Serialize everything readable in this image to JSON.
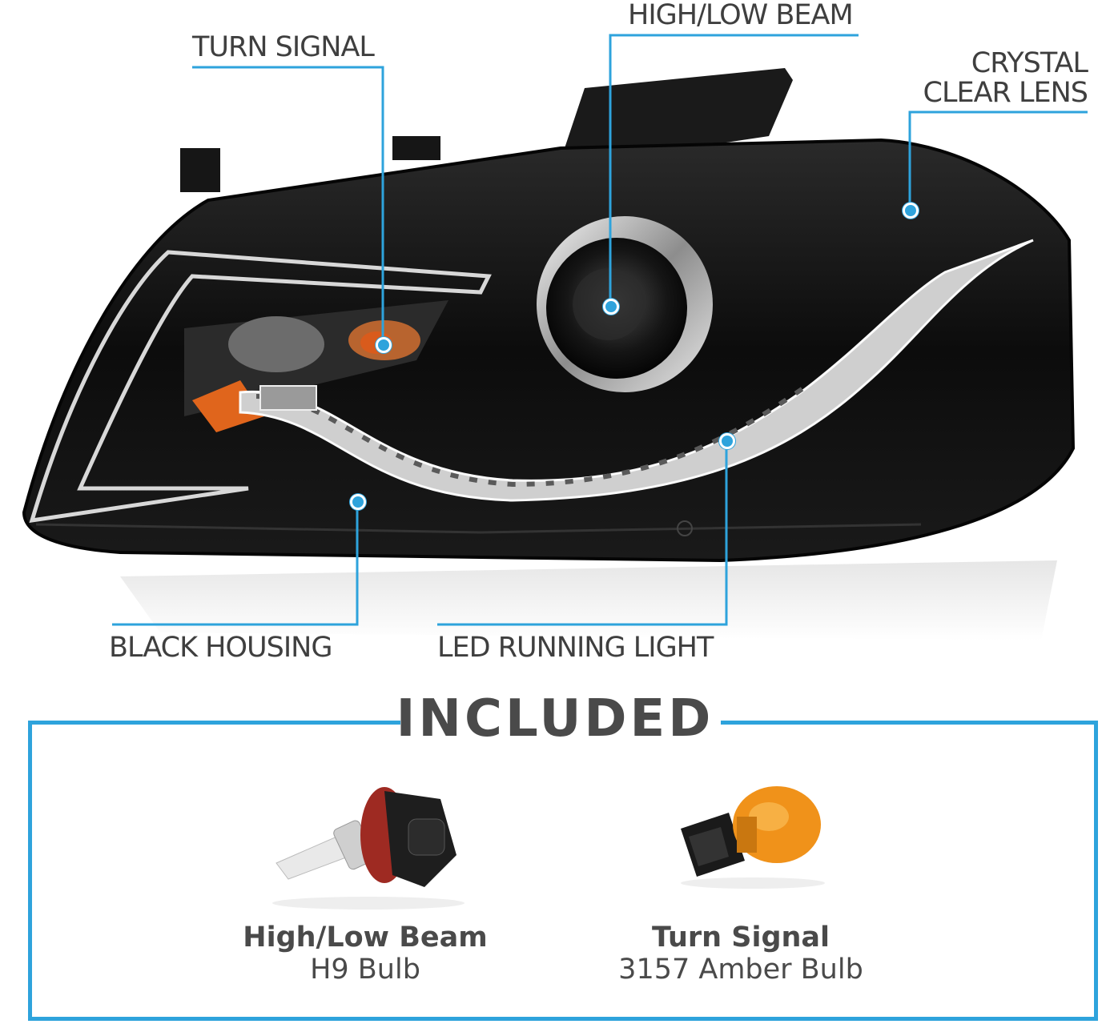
{
  "callouts": {
    "turn_signal": "TURN SIGNAL",
    "high_low_beam": "HIGH/LOW BEAM",
    "crystal_line1": "CRYSTAL",
    "crystal_line2": "CLEAR LENS",
    "black_housing": "BLACK HOUSING",
    "led_running_light": "LED RUNNING LIGHT"
  },
  "included": {
    "heading": "INCLUDED",
    "items": [
      {
        "title": "High/Low Beam",
        "subtitle": "H9 Bulb",
        "icon": "h9-bulb-icon"
      },
      {
        "title": "Turn Signal",
        "subtitle": "3157 Amber Bulb",
        "icon": "amber-bulb-icon"
      }
    ]
  },
  "colors": {
    "accent": "#2ea3dc",
    "text": "#3f3f3f",
    "housing": "#111111",
    "amber": "#f0921a"
  }
}
